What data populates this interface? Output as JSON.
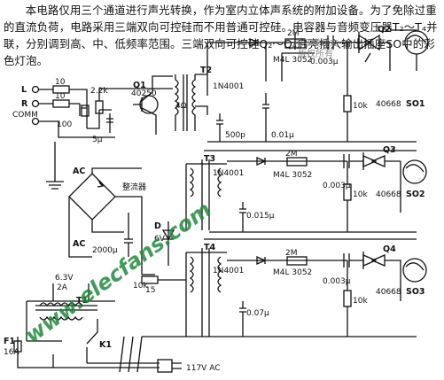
{
  "description": "本电路仅用三个通道进行声光转换，作为室内立体声系统的附加设备。为了免除过重的直流负荷，电路采用三端双向可控硅而不用普通可控硅。电容器与音频变压器T₂～T₄并联，分别调到高、中、低频率范围。三端双向可控硅Q₂～Q₄启亮插入输出插座SO中的彩色灯泡。",
  "inputs": {
    "l": "L",
    "r": "R",
    "comm": "COMM"
  },
  "labels": {
    "r10a": "10",
    "r10b": "10",
    "r100": "100",
    "r22k": "2.2k",
    "c5u": "5μ",
    "q1": "Q1",
    "q1part": "40250",
    "q4ohm": "4Ω",
    "t2": "T2",
    "t3": "T3",
    "t4": "T4",
    "t1": "T1",
    "d1a": "1N4001",
    "d1b": "1N4001",
    "d1c": "1N4001",
    "c500p": "500p",
    "c001": "0.01μ",
    "c0015": "0.015μ",
    "c007": "0.07μ",
    "r2m_a": "2M",
    "r2m_b": "2M",
    "r2m_c": "2M",
    "m4l_a": "M4L 3052",
    "m4l_b": "M4L 3052",
    "m4l_c": "M4L 3052",
    "c0003_a": "0.003μ",
    "c0003_b": "0.003μ",
    "c0003_c": "0.003μ",
    "r10k_a": "10k",
    "r10k_b": "10k",
    "r10k_c": "10k",
    "r10k_d": "10k",
    "q2": "Q2",
    "q3": "Q3",
    "q4": "Q4",
    "triac_a": "40668",
    "triac_b": "40668",
    "triac_c": "40668",
    "so1": "SO1",
    "so2": "SO2",
    "so3": "SO3",
    "ac_top": "AC",
    "ac_bottom": "AC",
    "rectifier": "整流器",
    "c2000": "2000μ",
    "d_label": "D",
    "d_volt": "6V",
    "r15": "15",
    "v63": "6.3V",
    "a2": "2A",
    "f1": "F1",
    "f16a": "16A",
    "k1": "K1",
    "mains": "117V AC"
  },
  "watermark": {
    "en": "www.elecfans.com",
    "cn1": "电子发烧友",
    "cn2": "版权所有"
  },
  "colors": {
    "line": "#111111",
    "watermark": "#1f8a3a"
  }
}
